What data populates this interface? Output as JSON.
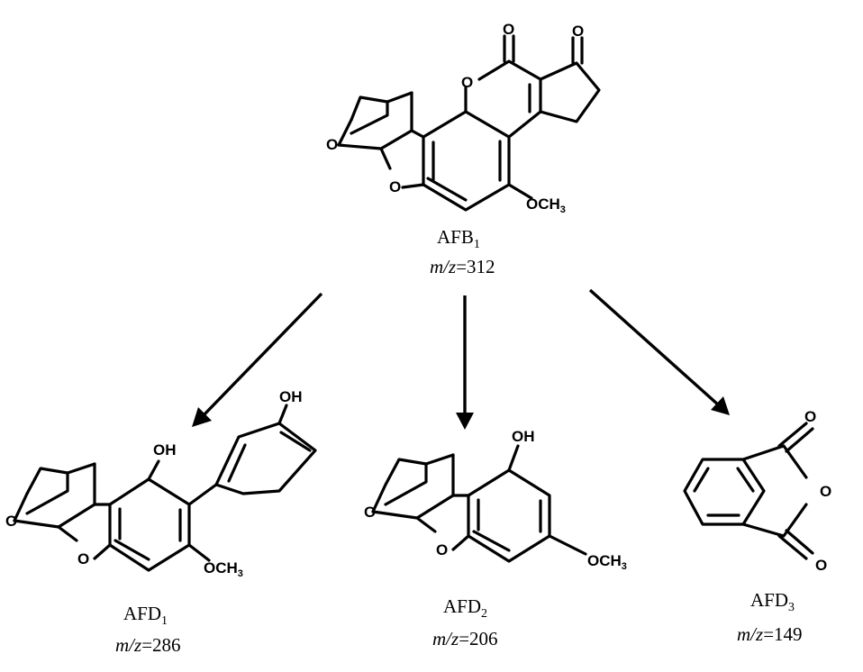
{
  "atoms": {
    "carbonyl_o": "O",
    "ring_o": "O",
    "hydroxyl": "OH",
    "methoxy_main": "OCH",
    "methoxy_sub": "3"
  },
  "compounds": [
    {
      "id": "afb1",
      "name_main": "AFB",
      "name_sub": "1",
      "mz_italic": "m/z",
      "mz_value": "=312"
    },
    {
      "id": "afd1",
      "name_main": "AFD",
      "name_sub": "1",
      "mz_italic": "m/z",
      "mz_value": "=286"
    },
    {
      "id": "afd2",
      "name_main": "AFD",
      "name_sub": "2",
      "mz_italic": "m/z",
      "mz_value": "=206"
    },
    {
      "id": "afd3",
      "name_main": "AFD",
      "name_sub": "3",
      "mz_italic": "m/z",
      "mz_value": "=149"
    }
  ]
}
